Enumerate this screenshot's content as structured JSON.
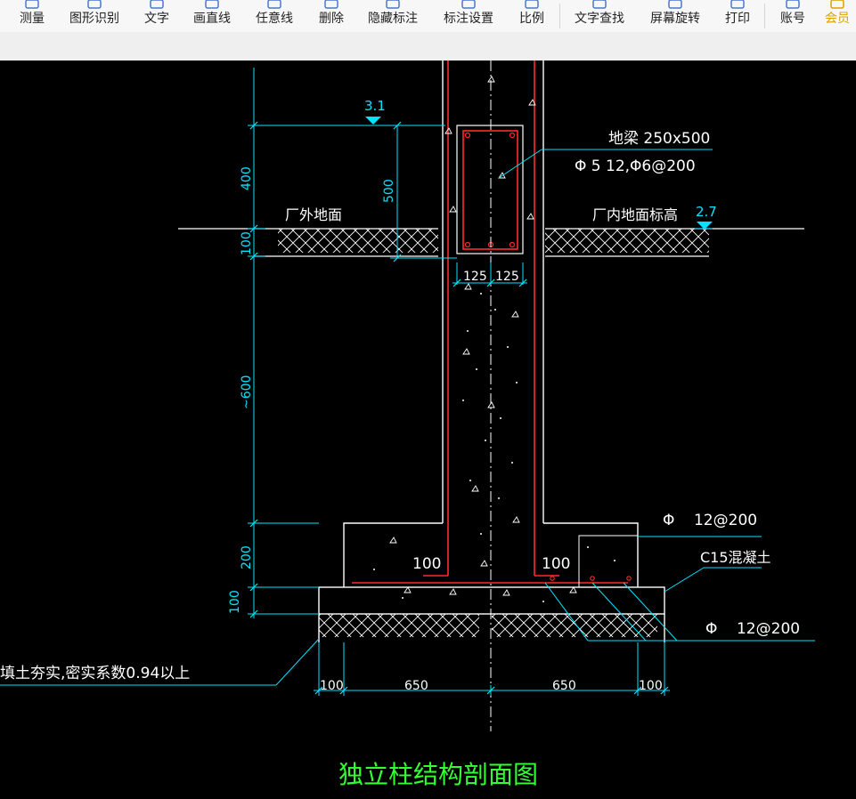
{
  "toolbar": {
    "items": [
      {
        "label": "测量",
        "icon": "ruler-icon"
      },
      {
        "label": "图形识别",
        "icon": "image-recognize-icon"
      },
      {
        "label": "文字",
        "icon": "text-icon"
      },
      {
        "label": "画直线",
        "icon": "line-icon"
      },
      {
        "label": "任意线",
        "icon": "freeline-icon"
      },
      {
        "label": "删除",
        "icon": "eraser-icon"
      },
      {
        "label": "隐藏标注",
        "icon": "hide-annotation-icon"
      },
      {
        "label": "标注设置",
        "icon": "annotation-settings-icon"
      },
      {
        "label": "比例",
        "icon": "scale-icon"
      },
      {
        "label": "文字查找",
        "icon": "text-search-icon"
      },
      {
        "label": "屏幕旋转",
        "icon": "rotate-screen-icon"
      },
      {
        "label": "打印",
        "icon": "print-icon"
      },
      {
        "label": "账号",
        "icon": "account-icon"
      },
      {
        "label": "会员",
        "icon": "vip-icon"
      }
    ],
    "colors": {
      "vip": "#d9a400",
      "text": "#222222",
      "icon": "#4a78c8"
    }
  },
  "drawing": {
    "colors": {
      "cyan": "#00e5ff",
      "white": "#ffffff",
      "red": "#ff2a2a",
      "green": "#33ff33",
      "background": "#000000"
    },
    "level_top": "3.1",
    "level_inside": "2.7",
    "beam_label": "地梁 250x500",
    "beam_rebar": "Φ 5   12,Φ6@200",
    "outside_ground": "厂外地面",
    "inside_ground": "厂内地面标高",
    "dim_400": "400",
    "dim_500": "500",
    "dim_100_top": "100",
    "dim_600": "~600",
    "dim_200": "200",
    "dim_100_bottom": "100",
    "dim_125_left": "125",
    "dim_125_right": "125",
    "cover_left": "100",
    "cover_right": "100",
    "rebar_top": "Φ    12@200",
    "concrete_note": "C15混凝土",
    "rebar_bottom": "Φ    12@200",
    "backfill_note": "填土夯实,密实系数0.94以上",
    "dim_bot_100_left": "100",
    "dim_bot_650_left": "650",
    "dim_bot_650_right": "650",
    "dim_bot_100_right": "100",
    "title": "独立柱结构剖面图"
  }
}
